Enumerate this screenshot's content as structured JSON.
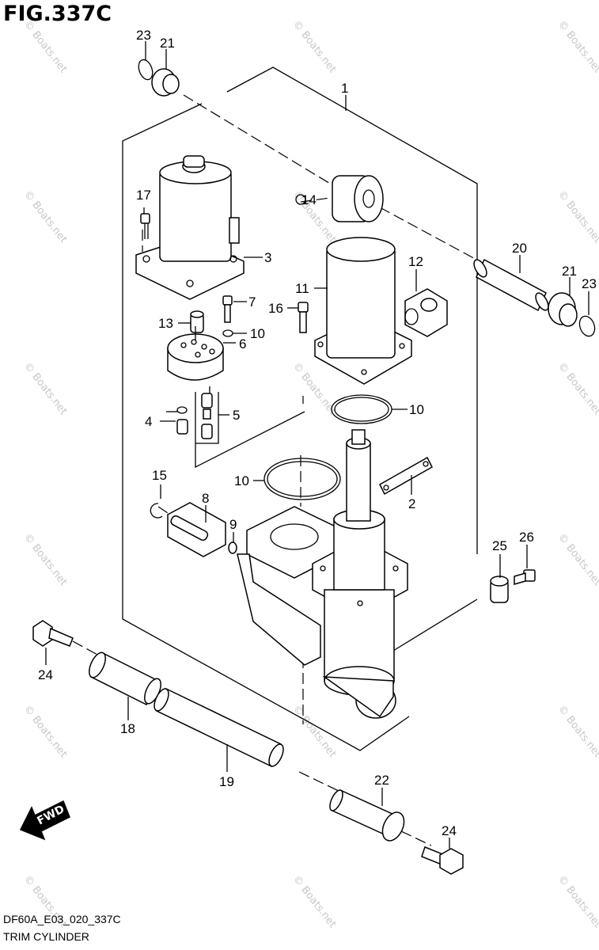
{
  "figure": {
    "title": "FIG.337C",
    "code": "DF60A_E03_020_337C",
    "name": "TRIM CYLINDER"
  },
  "watermark": "© Boats.net",
  "fwd_label": "FWD",
  "callouts": {
    "c1": "1",
    "c2": "2",
    "c3": "3",
    "c4": "4",
    "c5": "5",
    "c6": "6",
    "c7": "7",
    "c8": "8",
    "c9": "9",
    "c10a": "10",
    "c10b": "10",
    "c10c": "10",
    "c11": "11",
    "c12": "12",
    "c13": "13",
    "c14": "14",
    "c15": "15",
    "c16": "16",
    "c17": "17",
    "c18": "18",
    "c19": "19",
    "c20": "20",
    "c21a": "21",
    "c21b": "21",
    "c22": "22",
    "c23a": "23",
    "c23b": "23",
    "c24a": "24",
    "c24b": "24",
    "c25": "25",
    "c26": "26"
  }
}
